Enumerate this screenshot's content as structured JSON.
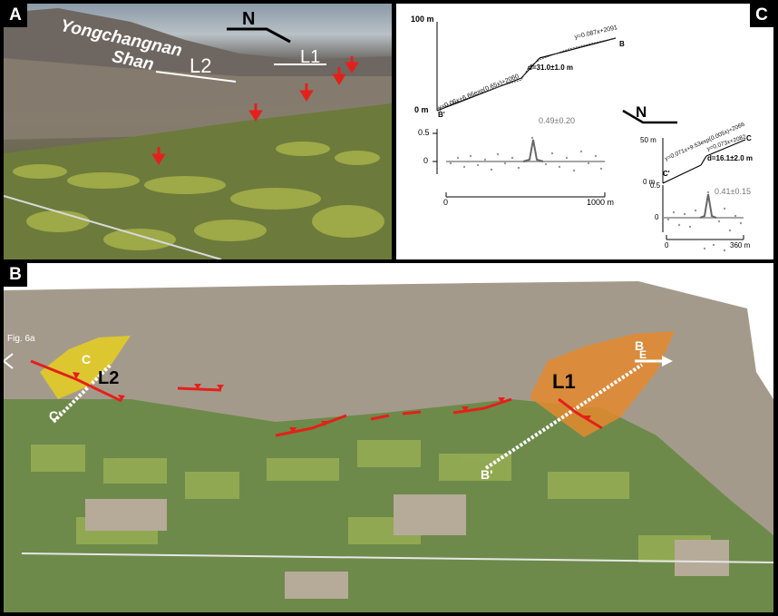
{
  "panel_a": {
    "tag": "A",
    "mountain_name_line1": "Yongchangnan",
    "mountain_name_line2": "Shan",
    "north": "N",
    "l1": "L1",
    "l2": "L2"
  },
  "panel_b": {
    "tag": "B",
    "fig_ref": "Fig. 6a",
    "l1": "L1",
    "l2": "L2",
    "b": "B",
    "b_prime": "B'",
    "c": "C",
    "c_prime": "C'",
    "east": "E"
  },
  "panel_c": {
    "tag": "C",
    "north": "N",
    "profile_b": {
      "y_top": "100 m",
      "y_bottom": "0 m",
      "eq_upper": "y=0.087x+2091",
      "eq_curve": "y=0.06x+6.66exp(0.65x)+2060",
      "offset": "d=31.0±1.0 m",
      "end_label": "B",
      "start_label": "B'",
      "slope_y_top": "0.5",
      "slope_y_zero": "0",
      "slope_peak": "0.49±0.20",
      "x_start": "0",
      "x_end": "1000 m"
    },
    "profile_c": {
      "y_top": "50 m",
      "y_bottom": "0 m",
      "eq_curve": "y=0.071x+9.53exp(0.005x)+2066",
      "eq_upper": "y=0.073x+2082",
      "offset": "d=16.1±2.0 m",
      "end_label": "C",
      "start_label": "C'",
      "slope_y_top": "0.5",
      "slope_y_zero": "0",
      "slope_peak": "0.41±0.15",
      "x_start": "0",
      "x_end": "360 m"
    }
  }
}
